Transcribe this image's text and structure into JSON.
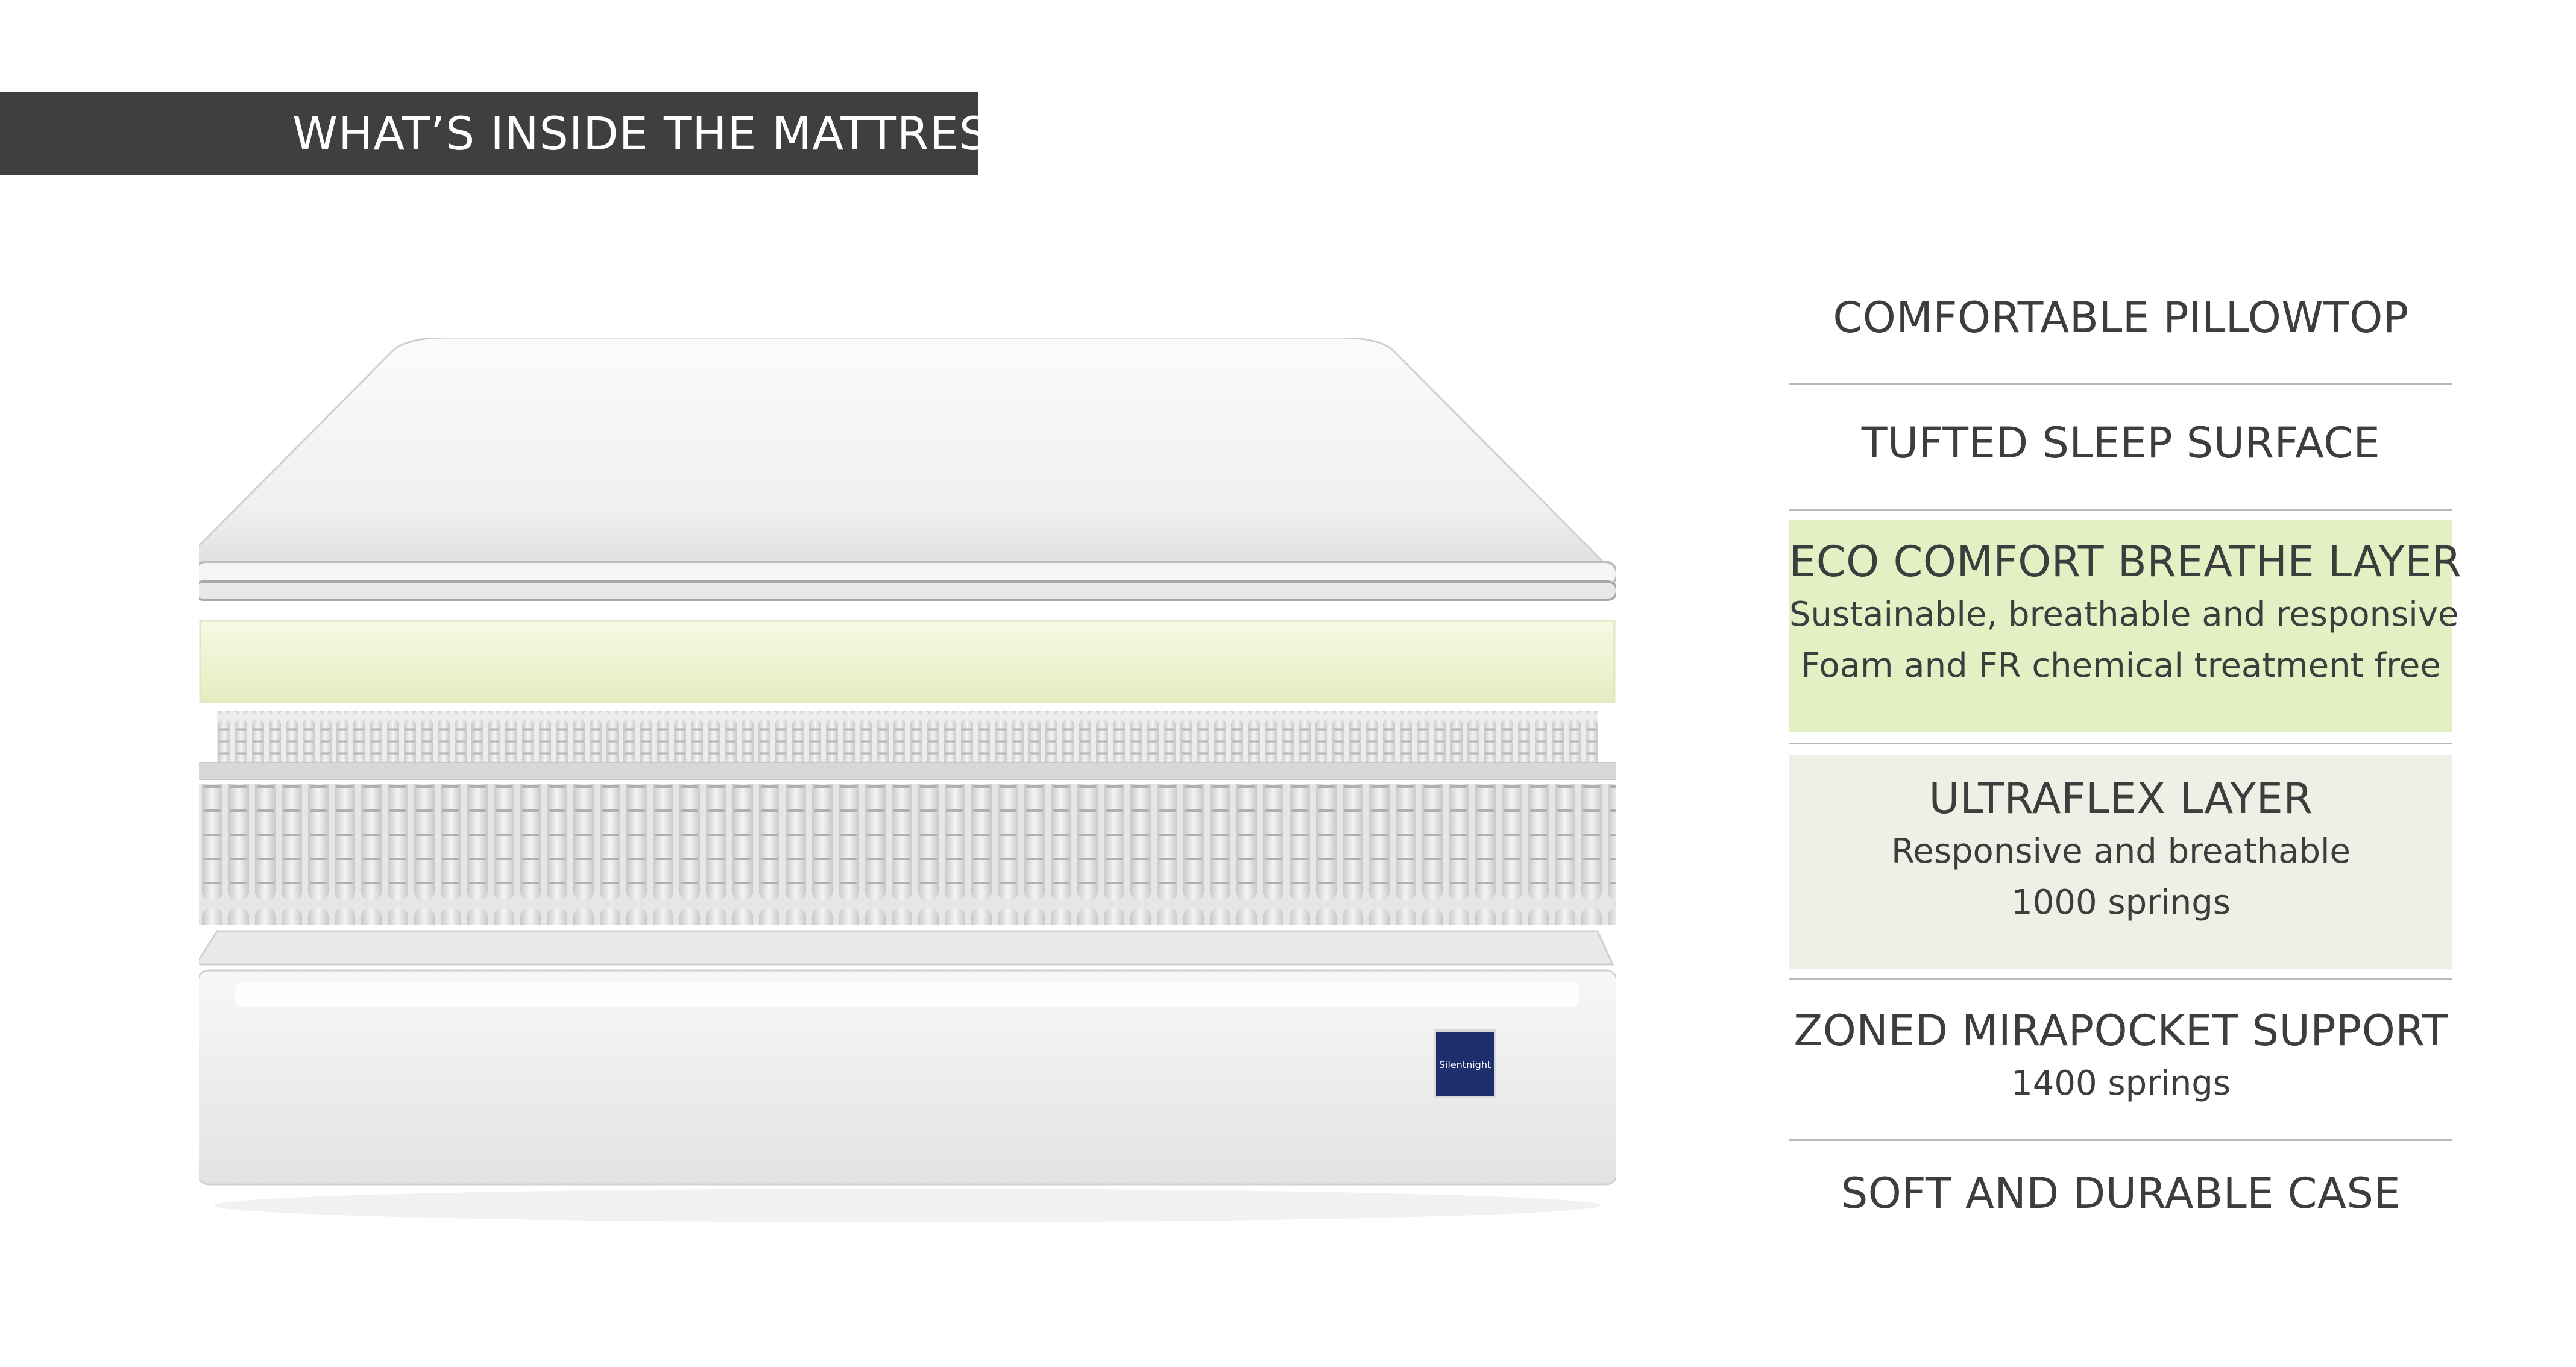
{
  "header": {
    "title": "WHAT’S INSIDE THE MATTRESS?"
  },
  "mattress": {
    "brand_label": "Silentnight",
    "colors": {
      "pillowtop": "#f2f2f2",
      "foam_layer": "#eef4d4",
      "springs": "#d9d9d9",
      "case": "#f0f0f0",
      "badge": "#1f2f6e"
    }
  },
  "features": [
    {
      "title": "COMFORTABLE PILLOWTOP",
      "lines": []
    },
    {
      "title": "TUFTED SLEEP SURFACE",
      "lines": []
    },
    {
      "title": "ECO COMFORT BREATHE LAYER",
      "lines": [
        "Sustainable, breathable and responsive",
        "Foam and FR chemical treatment free"
      ],
      "highlight": "#e3f0c4"
    },
    {
      "title": "ULTRAFLEX LAYER",
      "lines": [
        "Responsive and breathable",
        "1000 springs"
      ],
      "highlight": "#eef0e6"
    },
    {
      "title": "ZONED MIRAPOCKET SUPPORT",
      "lines": [
        "1400 springs"
      ]
    },
    {
      "title": "SOFT AND DURABLE CASE",
      "lines": []
    }
  ]
}
